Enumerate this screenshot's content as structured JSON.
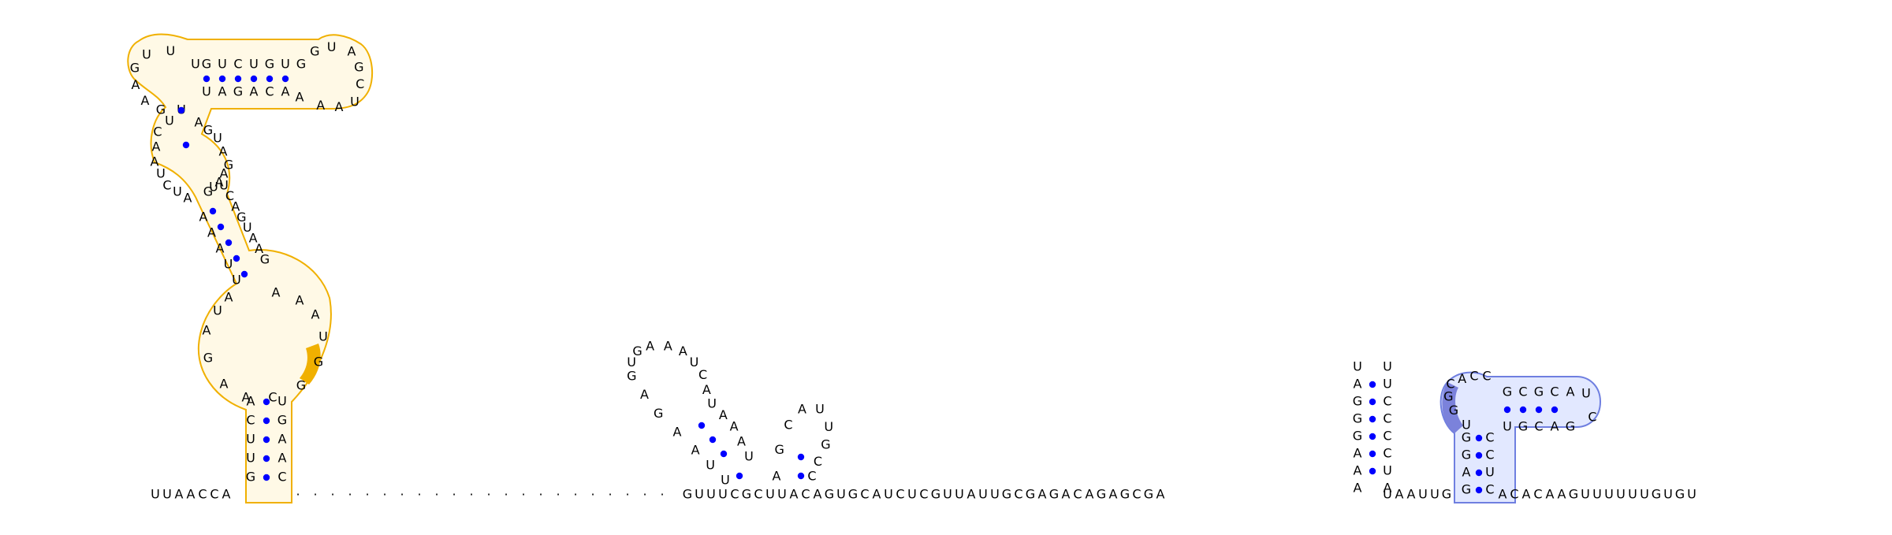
{
  "diagram": {
    "type": "rna-secondary-structure",
    "colors": {
      "outline_orange": "#f0b000",
      "highlight_orange": "#f0b000",
      "outline_blue": "#6f7fe0",
      "fill_blue": "#dde4ff",
      "highlight_purple": "#7b82db",
      "pair_dot": "#0000ff",
      "text": "#000000",
      "gap_tick": "#666666"
    },
    "sequences": {
      "left_backbone": "UUAACCA",
      "stem1_left": "ACUUG",
      "stem1_right": "UGAAC",
      "stem1_end_right": "U",
      "multiloop_left": "AAGAUA",
      "multiloop_right": "CGGUAAA",
      "stem2_left": "AAAUU",
      "stem2_right": "UCAGUAAG",
      "hairpin_top_left": "UUUGAAG",
      "hairpin_top_stem_top": "GUCUGU",
      "hairpin_top_stem_bottom": "UAGACA",
      "hairpin_top_loop": "GGUAGCUAAA",
      "bulge_left_seq": "UUCAAUCUA",
      "bulge_right_seq": "AGUAGAAUG",
      "gap_label": ".",
      "middle_hairpin1": "UUAAGAGUGAAAUCAUAAAU",
      "middle_hairpin2": "AGCAUUGCC",
      "backbone_middle": "GUUUCGCUUACAGUGCAUCUCGUUAUUGCGAGACAGAGCGA",
      "stem3_left": "UAGGGAAA",
      "stem3_right": "UUCCCCUA",
      "backbone_after_stem3": "UAAUUG",
      "stem4_left": "GGAG",
      "stem4_right": "CCUC",
      "loop4": "UGGCACC",
      "stem5_top": "GCGCA",
      "stem5_bottom": "UGCAG",
      "loop5": "UC",
      "backbone_end": "ACACAAGUUUUUUGUGU"
    }
  }
}
